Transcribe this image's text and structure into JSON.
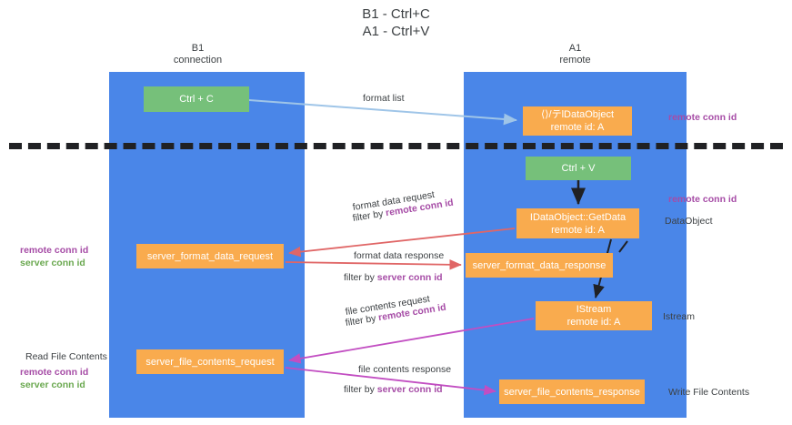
{
  "title": "B1 - Ctrl+C\nA1 - Ctrl+V",
  "columns": {
    "left": {
      "name": "B1",
      "role": "connection",
      "label": "B1\nconnection"
    },
    "right": {
      "name": "A1",
      "role": "remote",
      "label": "A1\nremote"
    }
  },
  "nodes": {
    "ctrl_c": {
      "line1": "Ctrl + C",
      "line2": "",
      "color": "#76c07a"
    },
    "ctrl_v": {
      "line1": "Ctrl + V",
      "line2": "",
      "color": "#76c07a"
    },
    "idataobject": {
      "line1": "⟨⟩/テlDataObject",
      "line2": "remote id: A",
      "color": "#f9ab4e"
    },
    "getdata": {
      "line1": "IDataObject::GetData",
      "line2": "remote id: A",
      "color": "#f9ab4e"
    },
    "istream": {
      "line1": "IStream",
      "line2": "remote id: A",
      "color": "#f9ab4e"
    },
    "server_format_data_request": {
      "line1": "server_format_data_request",
      "line2": "",
      "color": "#f9ab4e"
    },
    "server_format_data_response": {
      "line1": "server_format_data_response",
      "line2": "",
      "color": "#f9ab4e"
    },
    "server_file_contents_request": {
      "line1": "server_file_contents_request",
      "line2": "",
      "color": "#f9ab4e"
    },
    "server_file_contents_response": {
      "line1": "server_file_contents_response",
      "line2": "",
      "color": "#f9ab4e"
    }
  },
  "edges": {
    "format_list": "format list",
    "format_data_request": "format data request",
    "format_data_request_filter_prefix": "filter by ",
    "format_data_request_filter_key": "remote conn id",
    "format_data_response": "format data response",
    "format_data_response_filter_prefix": "filter by ",
    "format_data_response_filter_key": "server conn id",
    "file_contents_request": "file contents request",
    "file_contents_request_filter_prefix": "filter by ",
    "file_contents_request_filter_key": "remote conn id",
    "file_contents_response": "file contents response",
    "file_contents_response_filter_prefix": "filter by ",
    "file_contents_response_filter_key": "server conn id"
  },
  "annotations": {
    "right_remote_conn_id_top": "remote conn id",
    "right_remote_conn_id_mid": "remote conn id",
    "right_dataobject": "DataObject",
    "right_istream": "Istream",
    "right_write_file_contents": "Write File Contents",
    "left_remote_conn_id_1": "remote conn id",
    "left_server_conn_id_1": "server conn id",
    "left_read_file_contents": "Read File Contents",
    "left_remote_conn_id_2": "remote conn id",
    "left_server_conn_id_2": "server conn id"
  },
  "colors": {
    "lane": "#4a86e8",
    "node_orange": "#f9ab4e",
    "node_green": "#76c07a",
    "accent_purple": "#a64ca6",
    "accent_green": "#6aa84f",
    "arrow_blue": "#9fc5e8",
    "arrow_red": "#e06666",
    "arrow_magenta": "#c24ec2",
    "arrow_black": "#202124",
    "divider": "#202124"
  }
}
